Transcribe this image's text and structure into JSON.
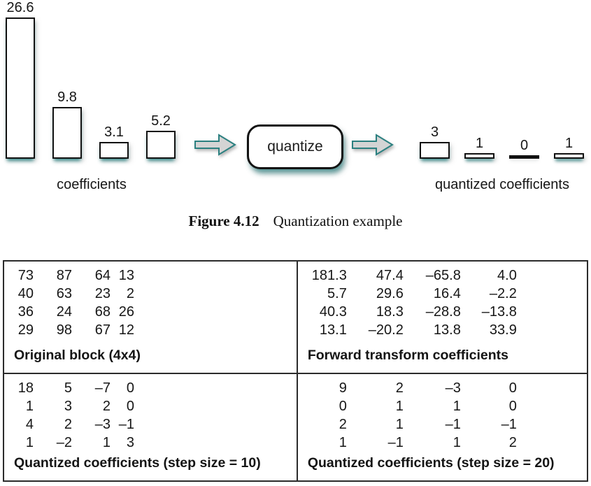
{
  "figure": {
    "diagram": {
      "input": {
        "caption": "coefficients",
        "bars": [
          {
            "label": "26.6",
            "value": 26.6
          },
          {
            "label": "9.8",
            "value": 9.8
          },
          {
            "label": "3.1",
            "value": 3.1
          },
          {
            "label": "5.2",
            "value": 5.2
          }
        ]
      },
      "process_label": "quantize",
      "output": {
        "caption": "quantized coefficients",
        "bars": [
          {
            "label": "3",
            "value": 3
          },
          {
            "label": "1",
            "value": 1
          },
          {
            "label": "0",
            "value": 0
          },
          {
            "label": "1",
            "value": 1
          }
        ]
      },
      "icons": {
        "flow_arrow": "block-arrow-right-icon"
      }
    },
    "caption": {
      "number": "Figure 4.12",
      "title": "Quantization example"
    },
    "table": {
      "quadrants": [
        {
          "title": "Original block (4x4)",
          "matrix": [
            [
              "73",
              "87",
              "64",
              "13"
            ],
            [
              "40",
              "63",
              "23",
              "2"
            ],
            [
              "36",
              "24",
              "68",
              "26"
            ],
            [
              "29",
              "98",
              "67",
              "12"
            ]
          ]
        },
        {
          "title": "Forward transform coefficients",
          "matrix": [
            [
              "181.3",
              "47.4",
              "–65.8",
              "4.0"
            ],
            [
              "5.7",
              "29.6",
              "16.4",
              "–2.2"
            ],
            [
              "40.3",
              "18.3",
              "–28.8",
              "–13.8"
            ],
            [
              "13.1",
              "–20.2",
              "13.8",
              "33.9"
            ]
          ]
        },
        {
          "title": "Quantized coefficients (step size = 10)",
          "matrix": [
            [
              "18",
              "5",
              "–7",
              "0"
            ],
            [
              "1",
              "3",
              "2",
              "0"
            ],
            [
              "4",
              "2",
              "–3",
              "–1"
            ],
            [
              "1",
              "–2",
              "1",
              "3"
            ]
          ]
        },
        {
          "title": "Quantized coefficients (step size = 20)",
          "matrix": [
            [
              "9",
              "2",
              "–3",
              "0"
            ],
            [
              "0",
              "1",
              "1",
              "0"
            ],
            [
              "2",
              "1",
              "–1",
              "–1"
            ],
            [
              "1",
              "–1",
              "1",
              "2"
            ]
          ]
        }
      ]
    }
  },
  "chart_data": [
    {
      "type": "bar",
      "title": "coefficients",
      "values": [
        26.6,
        9.8,
        3.1,
        5.2
      ],
      "data_labels": [
        "26.6",
        "9.8",
        "3.1",
        "5.2"
      ],
      "ylim": [
        0,
        27
      ],
      "grid": false,
      "legend": "none"
    },
    {
      "type": "bar",
      "title": "quantized coefficients",
      "values": [
        3,
        1,
        0,
        1
      ],
      "data_labels": [
        "3",
        "1",
        "0",
        "1"
      ],
      "ylim": [
        0,
        27
      ],
      "grid": false,
      "legend": "none"
    }
  ],
  "colors": {
    "teal_accent": "#2b8080",
    "arrow_fill": "#d4d4d4",
    "ink": "#1a1a1a",
    "table_border": "#2b2b2b",
    "background": "#ffffff"
  }
}
